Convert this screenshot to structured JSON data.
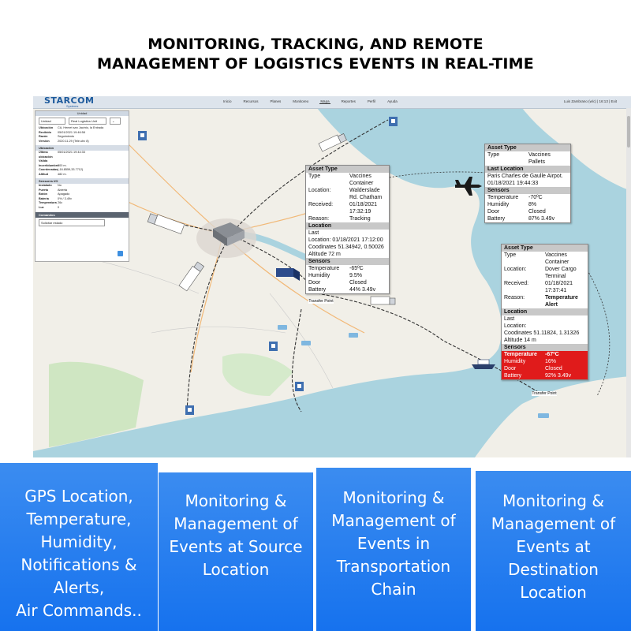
{
  "title": {
    "line1": "MONITORING, TRACKING, AND REMOTE",
    "line2": "MANAGEMENT OF LOGISTICS EVENTS IN REAL-TIME"
  },
  "app": {
    "logo": "STARCOM",
    "logo_sub": "Systems",
    "nav": [
      "Inicio",
      "Recursos",
      "Planes",
      "Monitoreo",
      "Mapa",
      "Reportes",
      "Perfil",
      "Ayuda"
    ],
    "active_nav": "Mapa",
    "user": "Luis Zambrano (w/c) | 16:13 | Exit"
  },
  "sidebar": {
    "header": "Unidad",
    "select1": "Unidad",
    "select2": "Real Logistics Unit",
    "info": [
      {
        "k": "Ubicación",
        "v": "CA, Hemet san Jacinto, la Entrada"
      },
      {
        "k": "Recibido",
        "v": "05/01/2021 19:46:58"
      },
      {
        "k": "Razón",
        "v": "Seguimiento"
      },
      {
        "k": "Versión",
        "v": "2020.11.29 (Tele.ubv 8)"
      }
    ],
    "sec_location": "Ubicación",
    "location": [
      {
        "k": "Última ubicación Válida",
        "v": "05/01/2021 19:44:33"
      },
      {
        "k": "Incertidumbre",
        "v": "300 m."
      },
      {
        "k": "Coordenadas",
        "v": "(-16.8559,33.7712)"
      },
      {
        "k": "Altitud",
        "v": "482 m."
      }
    ],
    "sec_sensors": "Sensores I/O",
    "sensors": [
      {
        "k": "Instalado",
        "v": "No"
      },
      {
        "k": "Puerta",
        "v": "Abierta"
      },
      {
        "k": "Botón",
        "v": "Apagado"
      },
      {
        "k": "Batería",
        "v": "0% / 3.49v"
      },
      {
        "k": "Temperatura",
        "v": "26c"
      },
      {
        "k": "Luz",
        "v": "0"
      }
    ],
    "sec_commands": "Comandos",
    "command": "Solicitar estado"
  },
  "map": {
    "transfer1": "Transfer Point",
    "transfer2": "Transfer Point"
  },
  "popup1": {
    "h1": "Asset Type",
    "rows1": [
      {
        "k": "Type",
        "v": "Vaccines Container"
      },
      {
        "k": "Location:",
        "v": "Walderslade Rd. Chatham"
      },
      {
        "k": "Received:",
        "v": "01/18/2021 17:32:19"
      },
      {
        "k": "Reason:",
        "v": "Tracking"
      }
    ],
    "h2": "Location",
    "loc_label": "Last",
    "loc_lines": [
      "Location: 01/18/2021 17:12:00",
      "Coodinates 51.34942, 0.50026",
      "Altitude  72 m"
    ],
    "h3": "Sensors",
    "rows3": [
      {
        "k": "Temperature",
        "v": "-65ºC"
      },
      {
        "k": "Humidity",
        "v": "9.5%"
      },
      {
        "k": "Door",
        "v": "Closed"
      },
      {
        "k": "Battery",
        "v": "44% 3.49v"
      }
    ]
  },
  "popup2": {
    "h1": "Asset Type",
    "rows1": [
      {
        "k": "Type",
        "v": "Vaccines Pallets"
      }
    ],
    "h2": "Last Location",
    "loc_lines": [
      "Paris Charles de Gaulle Airpot.",
      "01/18/2021  19:44:33"
    ],
    "h3": "Sensors",
    "rows3": [
      {
        "k": "Temperature",
        "v": "-70ºC"
      },
      {
        "k": "Humidity",
        "v": "8%"
      },
      {
        "k": "Door",
        "v": "Closed"
      },
      {
        "k": "Battery",
        "v": "87% 3.49v"
      }
    ]
  },
  "popup3": {
    "h1": "Asset Type",
    "rows1": [
      {
        "k": "Type",
        "v": "Vaccines Container"
      },
      {
        "k": "Location:",
        "v": "Dover Cargo Terminal"
      },
      {
        "k": "Received:",
        "v": "01/18/2021 17:37:41"
      },
      {
        "k": "Reason:",
        "v": "Temperature Alert"
      }
    ],
    "h2": "Location",
    "loc_label": "Last",
    "loc_lines": [
      "Location:",
      "Coodinates 51.11824, 1.31326",
      "Altitude  14 m"
    ],
    "h3": "Sensors",
    "rows3": [
      {
        "k": "Temperature",
        "v": "-67ºC"
      },
      {
        "k": "Humidity",
        "v": "16%"
      },
      {
        "k": "Door",
        "v": "Closed"
      },
      {
        "k": "Battery",
        "v": "92% 3.49v"
      }
    ]
  },
  "boxes": [
    {
      "lines": [
        "GPS Location,",
        "Temperature,",
        "Humidity,",
        "Notifications &",
        "Alerts,",
        "Air Commands.."
      ]
    },
    {
      "lines": [
        "Monitoring &",
        "Management of",
        "Events at Source",
        "Location"
      ]
    },
    {
      "lines": [
        "Monitoring &",
        "Management of",
        "Events in",
        "Transportation",
        "Chain"
      ]
    },
    {
      "lines": [
        "Monitoring &",
        "Management of",
        "Events at",
        "Destination",
        "Location"
      ]
    }
  ],
  "colors": {
    "box_blue": "#1672ee",
    "alert_red": "#e01b1b",
    "route": "#333333"
  }
}
